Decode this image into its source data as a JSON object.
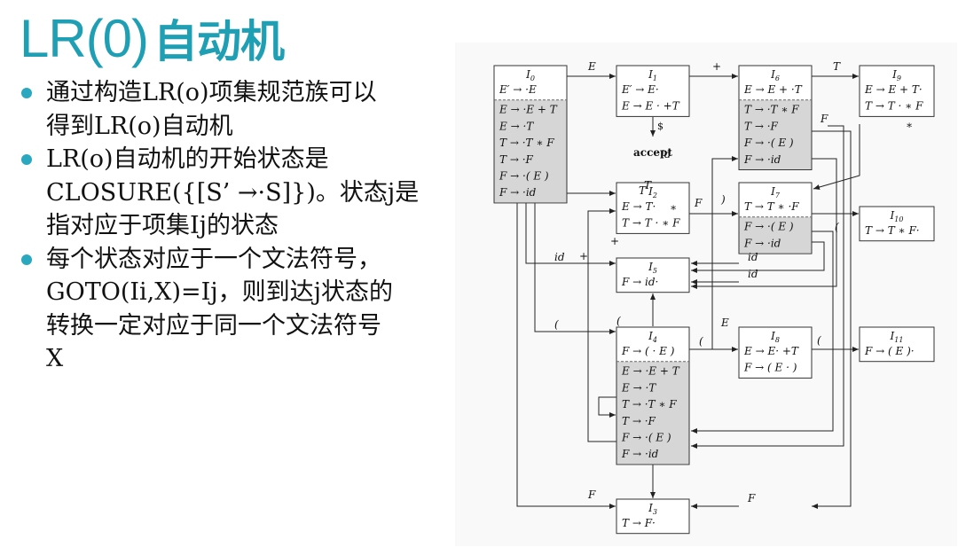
{
  "title": {
    "prefix": "LR(0)",
    "cn": "自动机"
  },
  "bullets": [
    {
      "lines": [
        "通过构造LR(o)项集规范族可以",
        "得到LR(o)自动机"
      ]
    },
    {
      "lines": [
        "LR(o)自动机的开始状态是",
        "CLOSURE({[S’ →·S]})。状态j是",
        "指对应于项集Ij的状态"
      ]
    },
    {
      "lines": [
        "每个状态对应于一个文法符号，",
        "GOTO(Ii,X)=Ij，则到达j状态的",
        "转换一定对应于同一个文法符号",
        "X"
      ]
    }
  ],
  "colors": {
    "accent": "#1e9fb4",
    "bullet": "#2aa8bf",
    "kernel_fill": "#ffffff",
    "closure_fill": "#d6d6d6"
  },
  "states": [
    {
      "name": "I0",
      "kernel": [
        "E′ → ·E"
      ],
      "closure": [
        "E → ·E + T",
        "E → ·T",
        "T → ·T ∗ F",
        "T → ·F",
        "F → ·( E )",
        "F → ·id"
      ]
    },
    {
      "name": "I1",
      "kernel": [
        "E′ → E·",
        "E → E · +T"
      ],
      "closure": []
    },
    {
      "name": "I2",
      "kernel": [
        "E → T·",
        "T → T · ∗ F"
      ],
      "closure": []
    },
    {
      "name": "I3",
      "kernel": [
        "T → F·"
      ],
      "closure": []
    },
    {
      "name": "I4",
      "kernel": [
        "F → ( · E )"
      ],
      "closure": [
        "E → ·E + T",
        "E → ·T",
        "T → ·T ∗ F",
        "T → ·F",
        "F → ·( E )",
        "F → ·id"
      ]
    },
    {
      "name": "I5",
      "kernel": [
        "F → id·"
      ],
      "closure": []
    },
    {
      "name": "I6",
      "kernel": [
        "E → E + ·T"
      ],
      "closure": [
        "T → ·T ∗ F",
        "T → ·F",
        "F → ·( E )",
        "F → ·id"
      ]
    },
    {
      "name": "I7",
      "kernel": [
        "T → T ∗ ·F"
      ],
      "closure": [
        "F → ·( E )",
        "F → ·id"
      ]
    },
    {
      "name": "I8",
      "kernel": [
        "E → E· +T",
        "F → ( E · )"
      ],
      "closure": []
    },
    {
      "name": "I9",
      "kernel": [
        "E → E + T·",
        "T → T · ∗ F"
      ],
      "closure": []
    },
    {
      "name": "I10",
      "kernel": [
        "T → T ∗ F·"
      ],
      "closure": []
    },
    {
      "name": "I11",
      "kernel": [
        "F → ( E )·"
      ],
      "closure": []
    }
  ],
  "accept": {
    "symbol": "$",
    "label": "accept"
  },
  "edge_labels": [
    "E",
    "+",
    "T",
    "T",
    "T",
    "∗",
    "F",
    "id",
    "id",
    "id",
    "id",
    "(",
    "(",
    "(",
    "(",
    "(",
    "E",
    ")",
    "+",
    "+",
    "F",
    "F",
    "F",
    "∗"
  ]
}
